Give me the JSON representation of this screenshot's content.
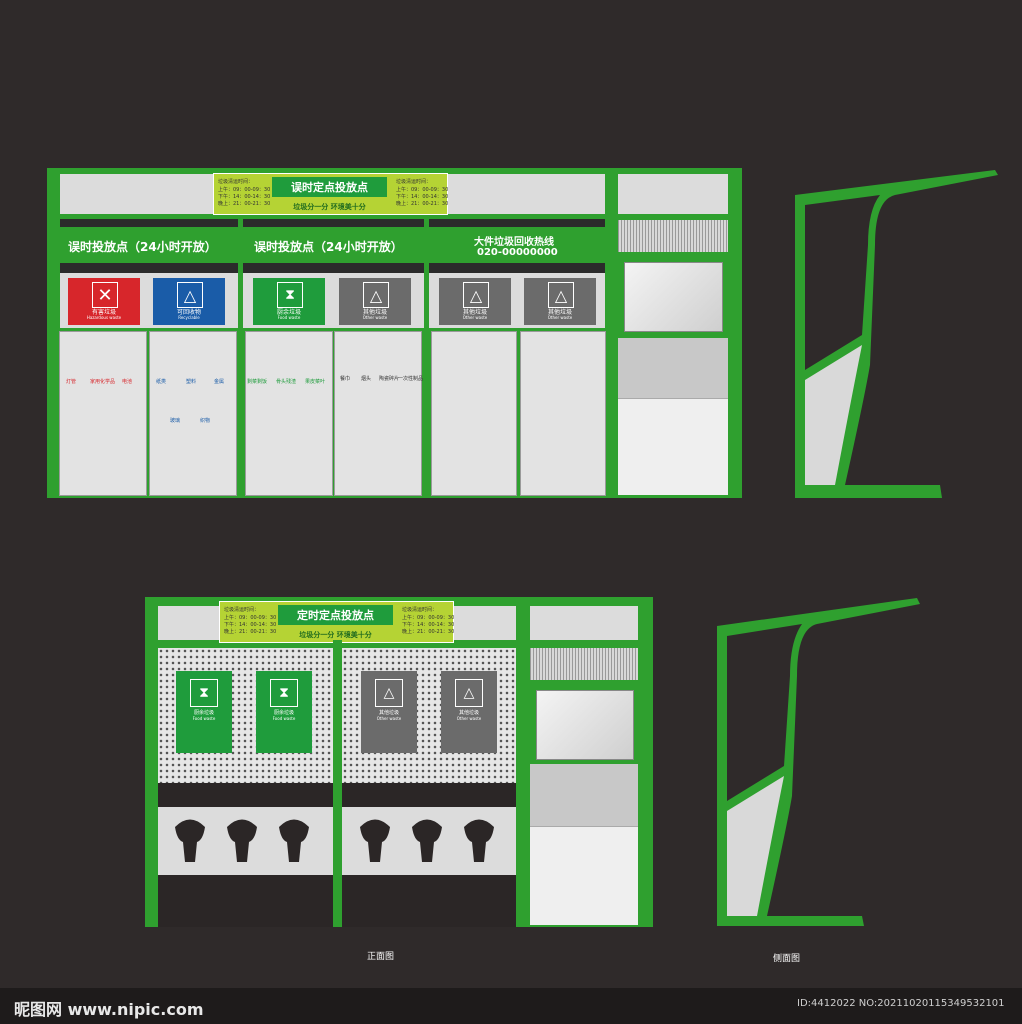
{
  "top_station": {
    "header_title": "误时定点投放点",
    "header_slogan": "垃圾分一分 环境美十分",
    "schedule_title": "垃圾清运时间：",
    "schedule_lines": [
      "上午：09：00-09：30",
      "下午：14：00-14：30",
      "晚上：21：00-21：30"
    ],
    "bay1_title": "误时投放点（24小时开放）",
    "bay2_title": "误时投放点（24小时开放）",
    "bay3_title": "大件垃圾回收热线",
    "bay3_phone": "020-00000000",
    "signs": [
      {
        "label": "有害垃圾",
        "sub": "Hazardous waste",
        "color": "#d7262b"
      },
      {
        "label": "可回收物",
        "sub": "Recyclable",
        "color": "#1a5ca8"
      },
      {
        "label": "厨余垃圾",
        "sub": "Food waste",
        "color": "#1f9c3c"
      },
      {
        "label": "其他垃圾",
        "sub": "Other waste",
        "color": "#6b6b6b"
      },
      {
        "label": "其他垃圾",
        "sub": "Other waste",
        "color": "#6b6b6b"
      },
      {
        "label": "其他垃圾",
        "sub": "Other waste",
        "color": "#6b6b6b"
      }
    ],
    "hazard_items": [
      "灯管",
      "家用化学品",
      "电池"
    ],
    "recycle_items": [
      "纸类",
      "塑料",
      "金属",
      "玻璃",
      "织物"
    ],
    "food_items": [
      "剩菜剩饭",
      "骨头残渣",
      "果皮菜叶"
    ],
    "other_items": [
      "餐巾",
      "烟头",
      "陶瓷碎片",
      "一次性制品"
    ]
  },
  "bottom_station": {
    "header_title": "定时定点投放点",
    "header_slogan": "垃圾分一分 环境美十分",
    "schedule_title": "垃圾清运时间：",
    "schedule_lines": [
      "上午：09：00-09：30",
      "下午：14：00-14：30",
      "晚上：21：00-21：30"
    ],
    "signs": [
      {
        "label": "厨余垃圾",
        "sub": "Food waste",
        "color": "#1f9c3c"
      },
      {
        "label": "厨余垃圾",
        "sub": "Food waste",
        "color": "#1f9c3c"
      },
      {
        "label": "其他垃圾",
        "sub": "Other waste",
        "color": "#6b6b6b"
      },
      {
        "label": "其他垃圾",
        "sub": "Other waste",
        "color": "#6b6b6b"
      }
    ]
  },
  "captions": {
    "front_view": "正面图",
    "side_view": "侧面图"
  },
  "watermark": {
    "site": "昵图网 www.nipic.com",
    "id": "ID:4412022 NO:20211020115349532101"
  },
  "colors": {
    "background": "#2f2a2a",
    "frame_green": "#2fa02f",
    "header_lime": "#b5d334",
    "panel_gray": "#dcdcdc"
  }
}
